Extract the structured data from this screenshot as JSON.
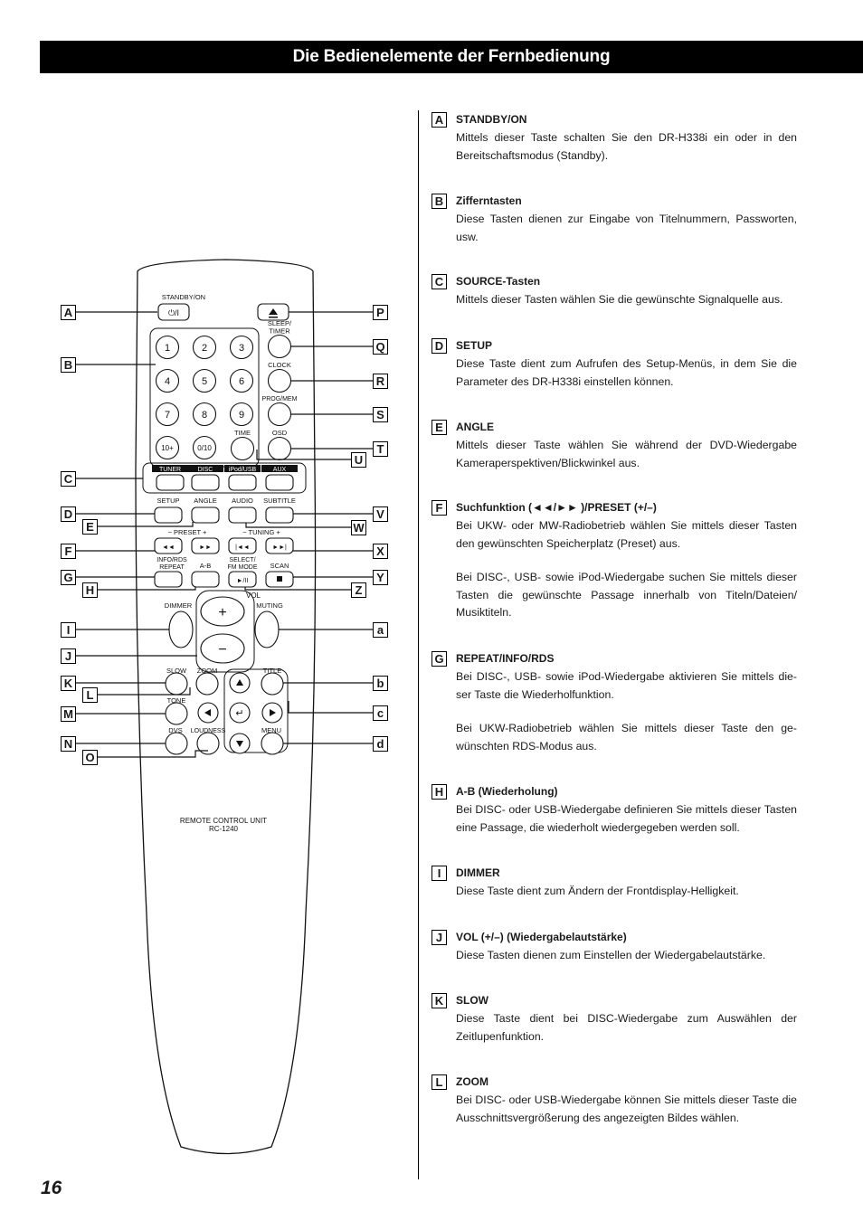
{
  "header": {
    "title": "Die Bedienelemente der Fernbedienung"
  },
  "page_number": "16",
  "remote": {
    "standby_label": "STANDBY/ON",
    "standby_symbol": "⏻/I",
    "sleep_label": "SLEEP/\nTIMER",
    "clock_label": "CLOCK",
    "progmem_label": "PROG/MEM",
    "time_label": "TIME",
    "osd_label": "OSD",
    "digits": [
      "1",
      "2",
      "3",
      "4",
      "5",
      "6",
      "7",
      "8",
      "9",
      "10+",
      "0/10"
    ],
    "sources": [
      "TUNER",
      "DISC",
      "iPod/USB",
      "AUX"
    ],
    "setup_label": "SETUP",
    "angle_label": "ANGLE",
    "audio_label": "AUDIO",
    "subtitle_label": "SUBTITLE",
    "preset_label": "− PRESET +",
    "tuning_label": "− TUNING +",
    "inforepeat_label": "INFO/RDS\nREPEAT",
    "ab_label": "A-B",
    "select_label": "SELECT/\nFM MODE",
    "scan_label": "SCAN",
    "vol_label": "VOL",
    "dimmer_label": "DIMMER",
    "muting_label": "MUTING",
    "slow_label": "SLOW",
    "zoom_label": "ZOOM",
    "title_label": "TITLE",
    "tone_label": "TONE",
    "dvs_label": "DVS",
    "loudness_label": "LOUDNESS",
    "menu_label": "MENU",
    "unit_line1": "REMOTE CONTROL UNIT",
    "unit_line2": "RC-1240",
    "callouts_left": [
      "A",
      "B",
      "C",
      "D",
      "E",
      "F",
      "G",
      "H",
      "I",
      "J",
      "K",
      "L",
      "M",
      "N",
      "O"
    ],
    "callouts_right": [
      "P",
      "Q",
      "R",
      "S",
      "T",
      "U",
      "V",
      "W",
      "X",
      "Y",
      "Z",
      "a",
      "b",
      "c",
      "d"
    ]
  },
  "entries": [
    {
      "letter": "A",
      "title": "STANDBY/ON",
      "paragraphs": [
        "Mittels dieser Taste schalten Sie den DR-H338i ein oder in den Bereitschaftsmodus (Standby)."
      ]
    },
    {
      "letter": "B",
      "title": "Zifferntasten",
      "paragraphs": [
        "Diese Tasten dienen zur Eingabe von Titelnummern, Passworten, usw."
      ]
    },
    {
      "letter": "C",
      "title": "SOURCE-Tasten",
      "paragraphs": [
        "Mittels dieser Tasten wählen Sie die gewünschte Signalquelle aus."
      ]
    },
    {
      "letter": "D",
      "title": "SETUP",
      "paragraphs": [
        "Diese Taste dient zum Aufrufen des Setup-Menüs, in dem Sie die Parameter des DR-H338i einstellen können."
      ]
    },
    {
      "letter": "E",
      "title": "ANGLE",
      "paragraphs": [
        "Mittels dieser Taste wählen Sie während der DVD-Wiedergabe Kameraperspektiven/Blickwinkel aus."
      ]
    },
    {
      "letter": "F",
      "title": "Suchfunktion (◄◄/►► )/PRESET (+/–)",
      "paragraphs": [
        "Bei UKW- oder MW-Radiobetrieb wählen Sie mittels dieser Tasten den gewünschten Speicherplatz (Preset) aus.",
        "Bei DISC-, USB- sowie iPod-Wiedergabe suchen Sie mittels dieser Tasten die gewünschte Passage innerhalb von Titeln/Dateien/ Musiktiteln."
      ]
    },
    {
      "letter": "G",
      "title": "REPEAT/INFO/RDS",
      "paragraphs": [
        "Bei DISC-, USB- sowie iPod-Wiedergabe aktivieren Sie mittels die-ser Taste die Wiederholfunktion.",
        "Bei UKW-Radiobetrieb wählen Sie mittels dieser Taste den ge-wünschten RDS-Modus aus."
      ]
    },
    {
      "letter": "H",
      "title": "A-B (Wiederholung)",
      "paragraphs": [
        "Bei DISC- oder USB-Wiedergabe definieren Sie mittels dieser Tasten eine Passage, die wiederholt wiedergegeben werden soll."
      ]
    },
    {
      "letter": "I",
      "title": "DIMMER",
      "paragraphs": [
        "Diese Taste dient zum Ändern der Frontdisplay-Helligkeit."
      ]
    },
    {
      "letter": "J",
      "title": "VOL (+/–) (Wiedergabelautstärke)",
      "paragraphs": [
        "Diese Tasten dienen zum Einstellen der Wiedergabelautstärke."
      ]
    },
    {
      "letter": "K",
      "title": "SLOW",
      "paragraphs": [
        "Diese Taste dient bei DISC-Wiedergabe zum Auswählen der Zeitlupenfunktion."
      ]
    },
    {
      "letter": "L",
      "title": "ZOOM",
      "paragraphs": [
        "Bei DISC- oder USB-Wiedergabe können Sie mittels dieser Taste die Ausschnittsvergrößerung des angezeigten Bildes wählen."
      ]
    }
  ]
}
